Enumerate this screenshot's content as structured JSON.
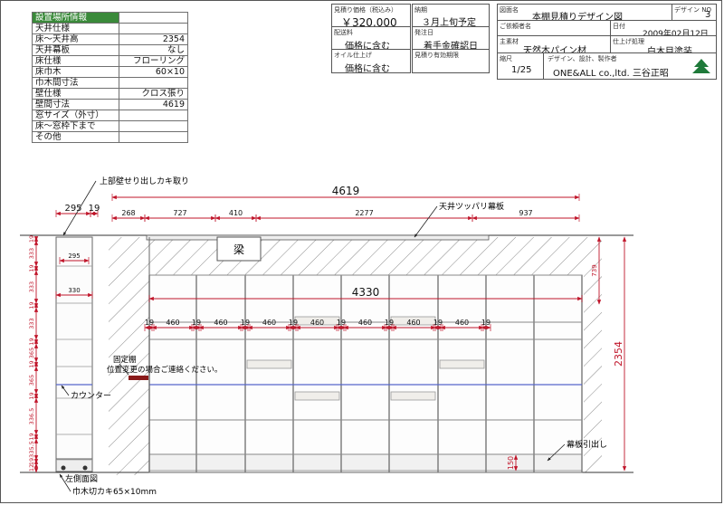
{
  "info_table": {
    "header": "設置場所情報",
    "rows": [
      {
        "label": "天井仕様",
        "value": ""
      },
      {
        "label": "床～天井高",
        "value": "2354"
      },
      {
        "label": "天井幕板",
        "value": "なし"
      },
      {
        "label": "床仕様",
        "value": "フローリング"
      },
      {
        "label": "床巾木",
        "value": "60×10"
      },
      {
        "label": "巾木間寸法",
        "value": ""
      },
      {
        "label": "壁仕様",
        "value": "クロス張り"
      },
      {
        "label": "壁間寸法",
        "value": "4619"
      },
      {
        "label": "窓サイズ（外寸）",
        "value": ""
      },
      {
        "label": "床～窓枠下まで",
        "value": ""
      },
      {
        "label": "その他",
        "value": ""
      }
    ]
  },
  "title_block": {
    "price_caption": "見積り価格（税込み）",
    "price": "￥320,000",
    "delivery_caption": "納期",
    "delivery": "３月上旬予定",
    "shipping_caption": "配送料",
    "shipping": "価格に含む",
    "order_caption": "発注日",
    "order": "着手金確認日",
    "oil_caption": "オイル仕上げ",
    "oil": "価格に含む",
    "validity_caption": "見積り有効期限",
    "drawing_name_caption": "図面名",
    "drawing_name": "本棚見積りデザイン図",
    "design_no_caption": "デザイン NO",
    "design_no": "3",
    "client_caption": "ご依頼者名",
    "date_caption": "日付",
    "date": "2009年02月12日",
    "material_caption": "主素材",
    "material": "天然木パイン材",
    "finish_caption": "仕上げ処理",
    "finish": "白木目塗装",
    "scale_caption": "縮尺",
    "scale": "1/25",
    "company_caption": "デザイン、設計、製作者",
    "company": "ONE&ALL co.,ltd.  三谷正昭"
  },
  "drawing": {
    "labels": {
      "top_note": "上部壁せり出しカキ取り",
      "beam": "梁",
      "ceiling_note": "天井ツッパリ幕板",
      "fixed_note_1": "固定棚",
      "fixed_note_2": "位置変更の場合ご連絡ください。",
      "counter": "カウンター",
      "skirting_drawer": "幕板引出し",
      "left_side_view": "左側面図",
      "baseboard_note": "巾木切カキ65×10mm"
    },
    "dims": {
      "overall_width": "4619",
      "top_row": [
        "268",
        "727",
        "410",
        "2277",
        "937"
      ],
      "inner_width": "4330",
      "shelf_row": [
        "19",
        "460",
        "19",
        "460",
        "19",
        "460",
        "19",
        "460",
        "19",
        "460",
        "19",
        "460",
        "19",
        "460",
        "19"
      ],
      "side_top": [
        "295",
        "19"
      ],
      "side_widths": [
        "295",
        "330"
      ],
      "left_vertical": [
        "19",
        "333",
        "19",
        "333",
        "19",
        "333",
        "19",
        "365",
        "19",
        "365",
        "19",
        "336.5",
        "19",
        "335.5",
        "19",
        "12"
      ],
      "right_height": "2354",
      "beam_depth": "739",
      "plinth": "150"
    }
  }
}
